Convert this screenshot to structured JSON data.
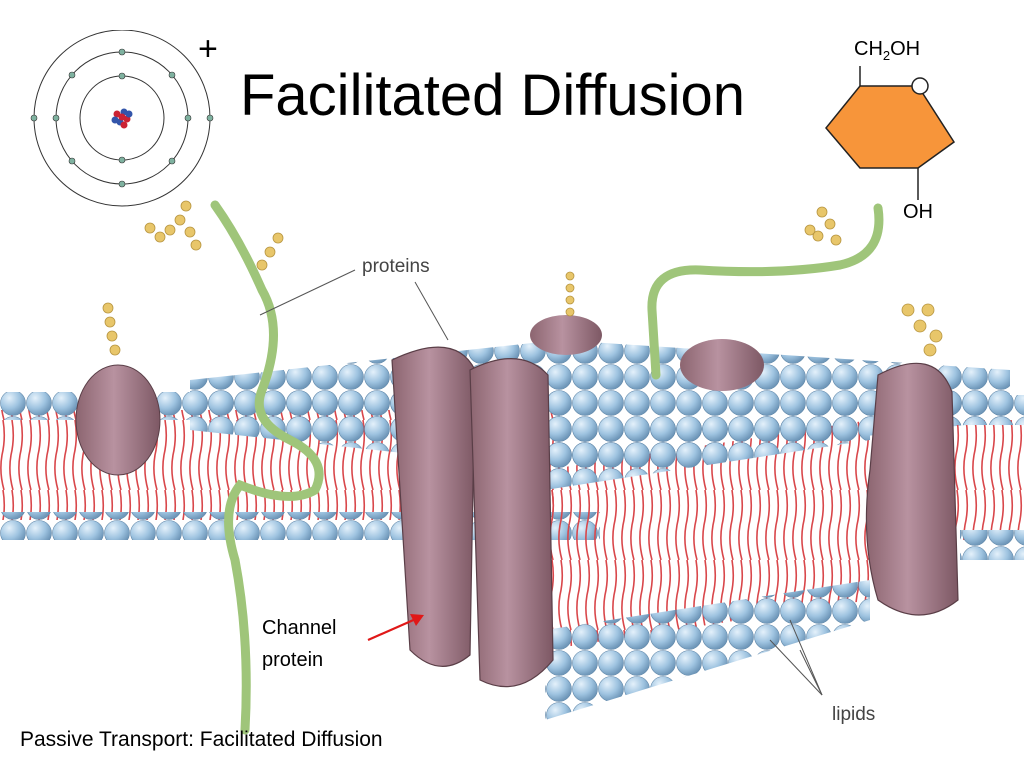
{
  "title": "Facilitated Diffusion",
  "atom_charge": "+",
  "glucose": {
    "top_label_prefix": "CH",
    "top_label_sub": "2",
    "top_label_suffix": "OH",
    "bottom_label": "OH",
    "fill_color": "#f7953a"
  },
  "labels": {
    "proteins": "proteins",
    "channel_protein_line1": "Channel",
    "channel_protein_line2": "protein",
    "lipids": "lipids"
  },
  "footer": "Passive Transport:  Facilitated Diffusion",
  "colors": {
    "lipid_head": "#9ec3e0",
    "lipid_tail": "#d9474b",
    "protein": "#a57e88",
    "glycoprotein": "#9fc57a",
    "sugar": "#e8c66a",
    "arrow": "#e01818"
  }
}
